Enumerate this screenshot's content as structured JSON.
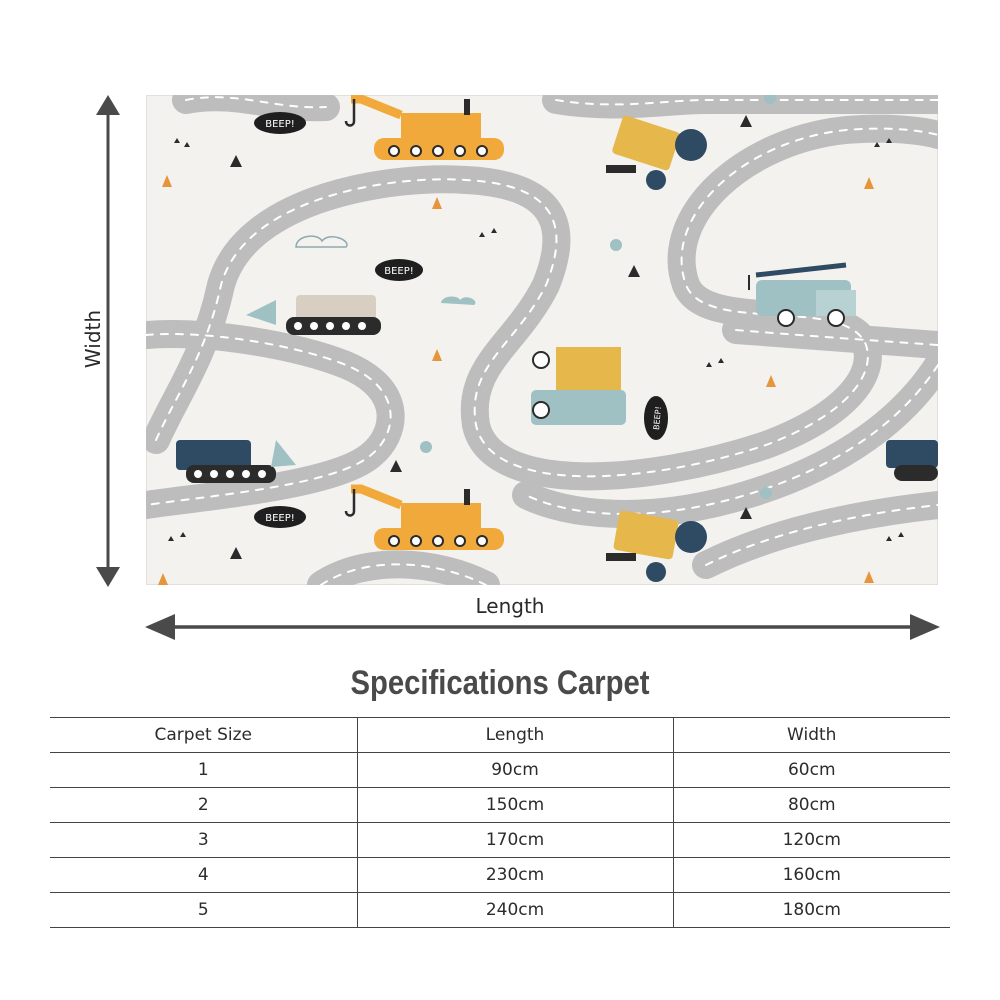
{
  "dimensions": {
    "width_label": "Width",
    "length_label": "Length"
  },
  "carpet_art": {
    "speech_bubble_text": "BEEP!",
    "road_color": "#bfbfbf",
    "vehicle_colors": [
      "#f2a93b",
      "#e6b74a",
      "#2f4a63",
      "#9fc1c4",
      "#d8cfc2"
    ]
  },
  "specifications": {
    "title": "Specifications Carpet",
    "headers": [
      "Carpet Size",
      "Length",
      "Width"
    ],
    "rows": [
      [
        "1",
        "90cm",
        "60cm"
      ],
      [
        "2",
        "150cm",
        "80cm"
      ],
      [
        "3",
        "170cm",
        "120cm"
      ],
      [
        "4",
        "230cm",
        "160cm"
      ],
      [
        "5",
        "240cm",
        "180cm"
      ]
    ]
  }
}
